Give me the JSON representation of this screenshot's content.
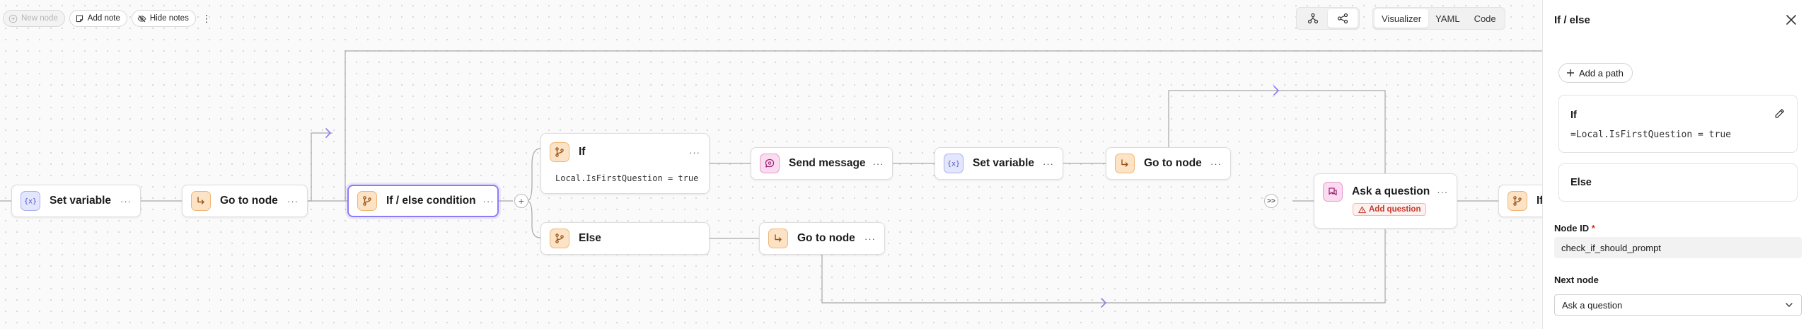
{
  "toolbar": {
    "new_node": "New node",
    "add_note": "Add note",
    "hide_notes": "Hide notes"
  },
  "view_switch": {
    "visualizer": "Visualizer",
    "yaml": "YAML",
    "code": "Code"
  },
  "nodes": {
    "set_variable_1": {
      "label": "Set variable",
      "icon": "variable-icon"
    },
    "go_to_node_1": {
      "label": "Go to node",
      "icon": "arrow-turn-icon"
    },
    "if_else_condition": {
      "label": "If / else condition",
      "icon": "branch-icon"
    },
    "if_branch": {
      "label": "If",
      "condition": "Local.IsFirstQuestion = true"
    },
    "else_branch": {
      "label": "Else"
    },
    "send_message": {
      "label": "Send message",
      "icon": "chat-bubble-icon"
    },
    "set_variable_2": {
      "label": "Set variable",
      "icon": "variable-icon"
    },
    "go_to_node_2": {
      "label": "Go to node",
      "icon": "arrow-turn-icon"
    },
    "go_to_node_3": {
      "label": "Go to node",
      "icon": "arrow-turn-icon"
    },
    "ask_question": {
      "label": "Ask a question",
      "warning": "Add question"
    },
    "partial_if": {
      "label": "If"
    }
  },
  "dots": "···",
  "panel": {
    "title": "If / else",
    "add_path": "Add a path",
    "if_card": {
      "title": "If",
      "expression": "=Local.IsFirstQuestion = true"
    },
    "else_card": {
      "title": "Else"
    },
    "node_id_label": "Node ID",
    "node_id_required": "*",
    "node_id_value": "check_if_should_prompt",
    "next_node_label": "Next node",
    "next_node_value": "Ask a question"
  },
  "colors": {
    "accent": "#8b7cf6",
    "edge": "#a6a6a6",
    "warning": "#c43c2e"
  }
}
